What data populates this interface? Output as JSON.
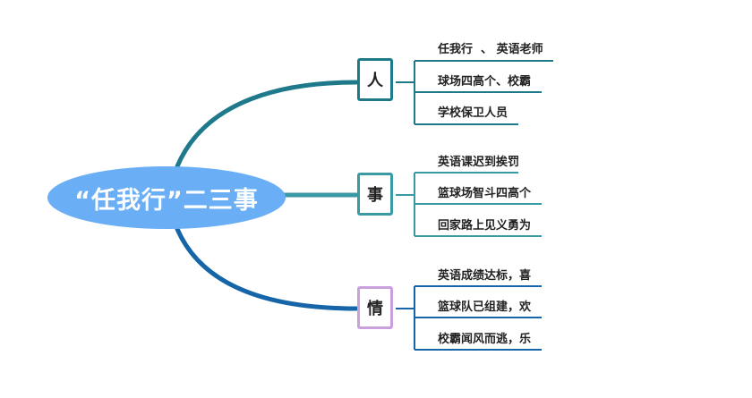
{
  "mindmap": {
    "root": {
      "label": "“任我行”二三事"
    },
    "colors": {
      "root_fill": "#6aaef5",
      "branch_ren": "#1e7a8a",
      "branch_shi": "#3a9aa4",
      "branch_qing": "#1565a8",
      "box_border_ren": "#1e7a8a",
      "box_border_shi": "#3a9aa4",
      "box_border_qing": "#c9a0dc"
    },
    "branches": [
      {
        "label": "人",
        "children": [
          "任我行  、 英语老师",
          "球场四高个、校霸",
          "学校保卫人员"
        ]
      },
      {
        "label": "事",
        "children": [
          "英语课迟到挨罚",
          "篮球场智斗四高个",
          "回家路上见义勇为"
        ]
      },
      {
        "label": "情",
        "children": [
          "英语成绩达标，喜",
          "篮球队已组建，欢",
          "校霸闻风而逃，乐"
        ]
      }
    ]
  }
}
